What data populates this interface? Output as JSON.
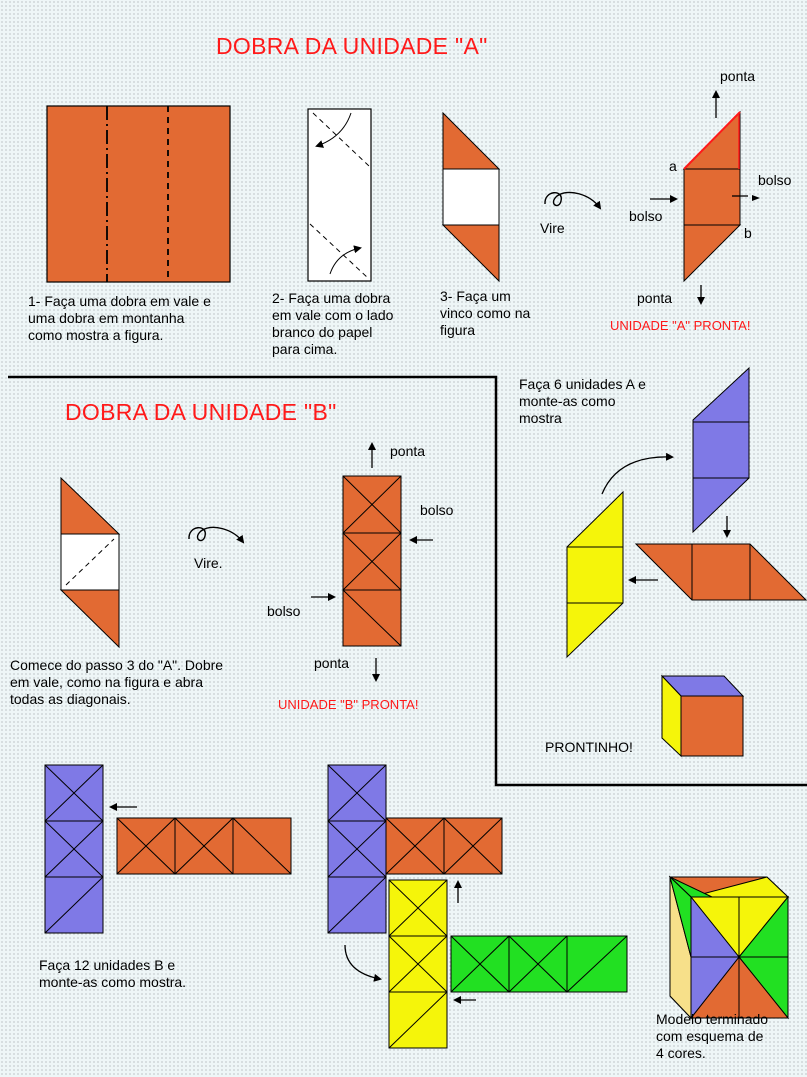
{
  "colors": {
    "orange": "#e26a33",
    "blue": "#7f79e6",
    "yellow": "#f5f50a",
    "green": "#22e022",
    "red": "#ff1a1a",
    "line": "#000000"
  },
  "section_a": {
    "title": "DOBRA DA UNIDADE \"A\"",
    "step1": "1- Faça uma dobra em vale e\numa dobra em montanha\ncomo mostra a figura.",
    "step2": "2- Faça uma dobra\nem vale com o lado\nbranco do papel\npara cima.",
    "step3": "3- Faça um\nvinco como na\nfigura",
    "turn": "Vire",
    "ponta_top": "ponta",
    "ponta_bottom": "ponta",
    "bolso_left": "bolso",
    "bolso_right": "bolso",
    "corner_a": "a",
    "corner_b": "b",
    "done": "UNIDADE \"A\" PRONTA!"
  },
  "section_b": {
    "title": "DOBRA DA UNIDADE \"B\"",
    "turn": "Vire.",
    "ponta_top": "ponta",
    "ponta_bottom": "ponta",
    "bolso_right": "bolso",
    "bolso_left": "bolso",
    "instructions": "Comece do passo 3 do \"A\". Dobre\nem vale, como na figura e abra\ntodas as diagonais.",
    "done": "UNIDADE \"B\" PRONTA!"
  },
  "assembly_a": {
    "instructions": "Faça 6 unidades A e\nmonte-as como\nmostra",
    "done": "PRONTINHO!"
  },
  "assembly_b": {
    "instructions": "Faça 12 unidades B e\nmonte-as como mostra.",
    "final": "Modelo terminado\ncom esquema de\n4 cores."
  }
}
